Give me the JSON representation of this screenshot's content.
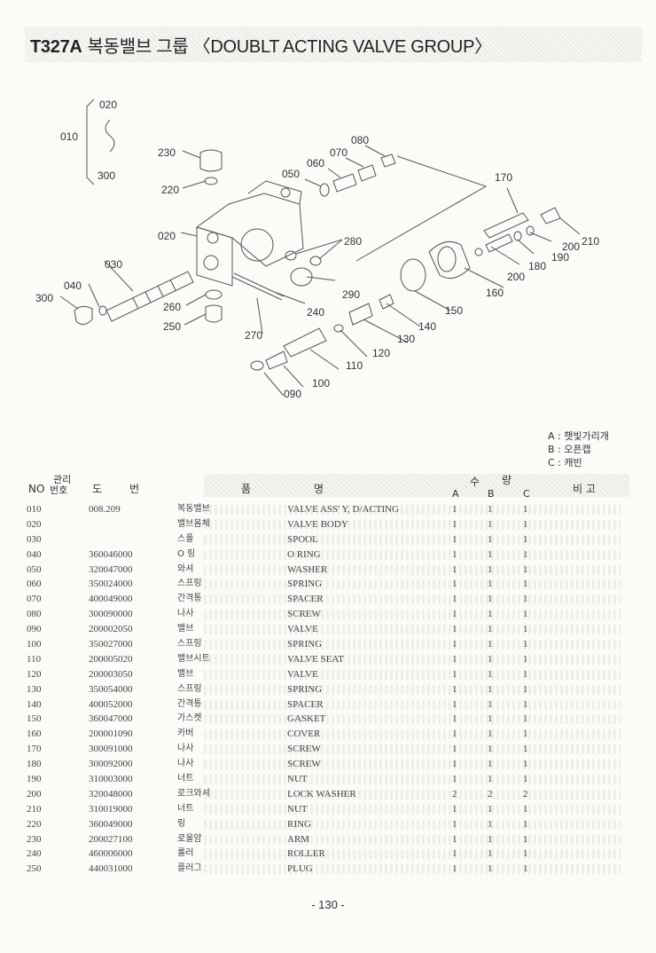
{
  "title": {
    "code": "T327A",
    "korean": "복동밸브 그룹",
    "english": "〈DOUBLT ACTING VALVE GROUP〉"
  },
  "diagram_labels": {
    "l010": "010",
    "l020a": "020",
    "l300a": "300",
    "l230": "230",
    "l220": "220",
    "l020b": "020",
    "l030": "030",
    "l040": "040",
    "l300b": "300",
    "l260": "260",
    "l250": "250",
    "l270": "270",
    "l240": "240",
    "l290": "290",
    "l280": "280",
    "l080": "080",
    "l070": "070",
    "l060": "060",
    "l050": "050",
    "l170": "170",
    "l210": "210",
    "l200a": "200",
    "l190": "190",
    "l180": "180",
    "l200b": "200",
    "l160": "160",
    "l150": "150",
    "l140": "140",
    "l130": "130",
    "l120": "120",
    "l110": "110",
    "l100": "100",
    "l090": "090"
  },
  "legend": {
    "a": "A : 햇빛가리개",
    "b": "B : 오픈캡",
    "c": "C : 캐빈"
  },
  "table_header": {
    "no": "NO",
    "mgmt_top": "관리",
    "mgmt_bottom": "번호",
    "drawing_do": "도",
    "drawing_beon": "번",
    "item_pum": "품",
    "item_myeong": "명",
    "qty_su": "수",
    "qty_ryang": "량",
    "col_a": "A",
    "col_b": "B",
    "col_c": "C",
    "remarks": "비 고"
  },
  "rows": [
    {
      "no": "010",
      "part": "008.209",
      "kor": "복동밸브",
      "eng": "VALVE ASS' Y, D/ACTING",
      "a": "1",
      "b": "1",
      "c": "1"
    },
    {
      "no": "020",
      "part": "",
      "kor": "밸브몸체",
      "eng": "VALVE BODY",
      "a": "1",
      "b": "1",
      "c": "1"
    },
    {
      "no": "030",
      "part": "",
      "kor": "스풀",
      "eng": "SPOOL",
      "a": "1",
      "b": "1",
      "c": "1"
    },
    {
      "no": "040",
      "part": "360046000",
      "kor": "O 링",
      "eng": "O RING",
      "a": "1",
      "b": "1",
      "c": "1"
    },
    {
      "no": "050",
      "part": "320047000",
      "kor": "와셔",
      "eng": "WASHER",
      "a": "1",
      "b": "1",
      "c": "1"
    },
    {
      "no": "060",
      "part": "350024000",
      "kor": "스프링",
      "eng": "SPRING",
      "a": "1",
      "b": "1",
      "c": "1"
    },
    {
      "no": "070",
      "part": "400049000",
      "kor": "간격통",
      "eng": "SPACER",
      "a": "1",
      "b": "1",
      "c": "1"
    },
    {
      "no": "080",
      "part": "300090000",
      "kor": "나사",
      "eng": "SCREW",
      "a": "1",
      "b": "1",
      "c": "1"
    },
    {
      "no": "090",
      "part": "200002050",
      "kor": "밸브",
      "eng": "VALVE",
      "a": "1",
      "b": "1",
      "c": "1"
    },
    {
      "no": "100",
      "part": "350027000",
      "kor": "스프링",
      "eng": "SPRING",
      "a": "1",
      "b": "1",
      "c": "1"
    },
    {
      "no": "110",
      "part": "200005020",
      "kor": "밸브시트",
      "eng": "VALVE SEAT",
      "a": "1",
      "b": "1",
      "c": "1"
    },
    {
      "no": "120",
      "part": "200003050",
      "kor": "밸브",
      "eng": "VALVE",
      "a": "1",
      "b": "1",
      "c": "1"
    },
    {
      "no": "130",
      "part": "350054000",
      "kor": "스프링",
      "eng": "SPRING",
      "a": "1",
      "b": "1",
      "c": "1"
    },
    {
      "no": "140",
      "part": "400052000",
      "kor": "간격통",
      "eng": "SPACER",
      "a": "1",
      "b": "1",
      "c": "1"
    },
    {
      "no": "150",
      "part": "360047000",
      "kor": "가스켓",
      "eng": "GASKET",
      "a": "1",
      "b": "1",
      "c": "1"
    },
    {
      "no": "160",
      "part": "200001090",
      "kor": "카버",
      "eng": "COVER",
      "a": "1",
      "b": "1",
      "c": "1"
    },
    {
      "no": "170",
      "part": "300091000",
      "kor": "나사",
      "eng": "SCREW",
      "a": "1",
      "b": "1",
      "c": "1"
    },
    {
      "no": "180",
      "part": "300092000",
      "kor": "나사",
      "eng": "SCREW",
      "a": "1",
      "b": "1",
      "c": "1"
    },
    {
      "no": "190",
      "part": "310003000",
      "kor": "너트",
      "eng": "NUT",
      "a": "1",
      "b": "1",
      "c": "1"
    },
    {
      "no": "200",
      "part": "320048000",
      "kor": "로크와셔",
      "eng": "LOCK WASHER",
      "a": "2",
      "b": "2",
      "c": "2"
    },
    {
      "no": "210",
      "part": "310019000",
      "kor": "너트",
      "eng": "NUT",
      "a": "1",
      "b": "1",
      "c": "1"
    },
    {
      "no": "220",
      "part": "360049000",
      "kor": "링",
      "eng": "RING",
      "a": "1",
      "b": "1",
      "c": "1"
    },
    {
      "no": "230",
      "part": "200027100",
      "kor": "로울암",
      "eng": "ARM",
      "a": "1",
      "b": "1",
      "c": "1"
    },
    {
      "no": "240",
      "part": "460006000",
      "kor": "롤러",
      "eng": "ROLLER",
      "a": "1",
      "b": "1",
      "c": "1"
    },
    {
      "no": "250",
      "part": "440031000",
      "kor": "플러그",
      "eng": "PLUG",
      "a": "1",
      "b": "1",
      "c": "1"
    }
  ],
  "page_number": "- 130 -"
}
